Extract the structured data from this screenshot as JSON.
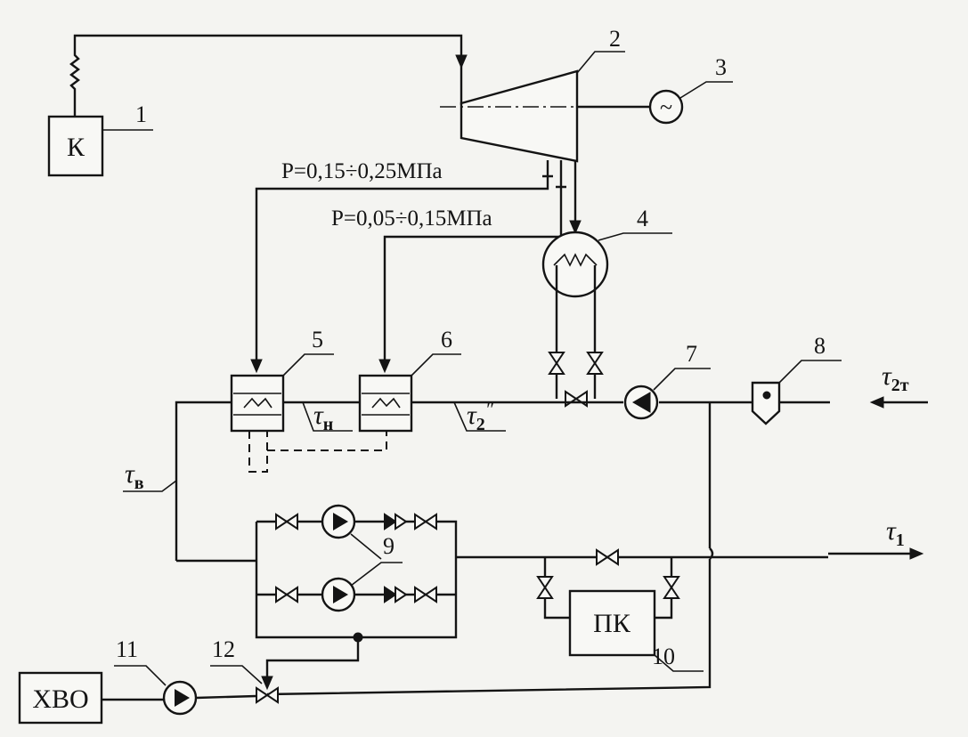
{
  "equipment": {
    "boiler": {
      "label": "К",
      "number": "1"
    },
    "turbine": {
      "number": "2"
    },
    "generator": {
      "symbol": "~",
      "number": "3"
    },
    "condenser": {
      "number": "4"
    },
    "heater_upper": {
      "number": "5"
    },
    "heater_lower": {
      "number": "6"
    },
    "condensate_pump": {
      "number": "7"
    },
    "mud_trap": {
      "number": "8"
    },
    "network_pumps": {
      "number": "9"
    },
    "peak_boiler": {
      "label": "ПК",
      "number": "10"
    },
    "makeup_pump": {
      "number": "11"
    },
    "regulator": {
      "number": "12"
    },
    "water_treatment": {
      "label": "ХВО"
    }
  },
  "extractions": {
    "upper": "P=0,15÷0,25МПа",
    "lower": "P=0,05÷0,15МПа"
  },
  "temperatures": {
    "return": {
      "base": "τ",
      "sub": "2т"
    },
    "supply": {
      "base": "τ",
      "sub": "1"
    },
    "after_upper": {
      "base": "τ",
      "sub": "в"
    },
    "after_lower": {
      "base": "τ",
      "sub": "н"
    },
    "after_condenser": {
      "base": "τ",
      "sub": "2",
      "sup": "″"
    }
  }
}
